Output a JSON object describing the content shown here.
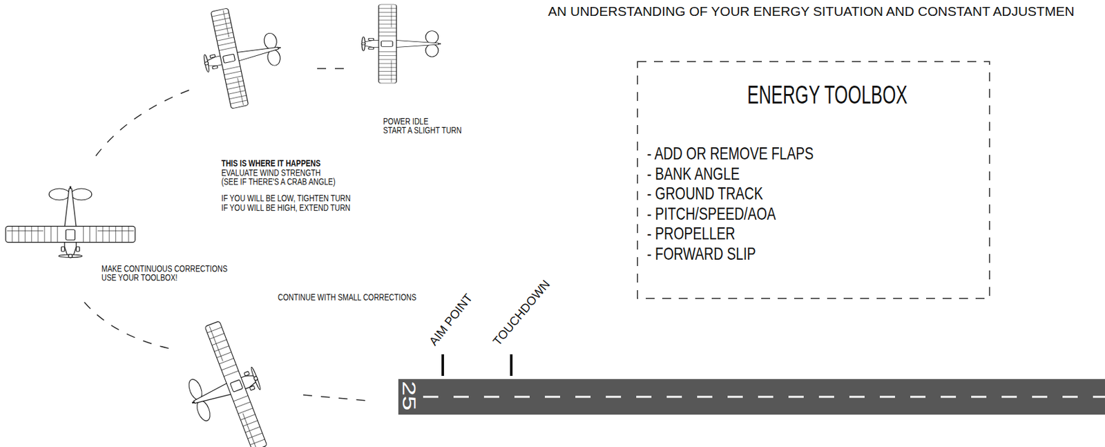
{
  "diagram": {
    "nodes": [
      {
        "text": [
          "ENERGY TOOLBOX",
          "- ADD OR REMOVE FLAPS",
          "- BANK ANGLE",
          "- GROUND TRACK",
          "- PITCH/SPEED/AOA",
          "- PROPELLER",
          "- FORWARD SLIP"
        ]
      },
      {
        "text": [
          "25"
        ]
      }
    ],
    "labels": [
      "AN UNDERSTANDING OF YOUR ENERGY SITUATION AND CONSTANT ADJUSTMEN",
      "POWER IDLE",
      "START A SLIGHT TURN",
      "THIS IS WHERE IT HAPPENS",
      "EVALUATE WIND STRENGTH",
      "(SEE IF THERE'S A CRAB ANGLE)",
      "IF YOU WILL BE LOW, TIGHTEN TURN",
      "IF YOU WILL BE HIGH, EXTEND TURN",
      "MAKE CONTINUOUS CORRECTIONS",
      "USE YOUR TOOLBOX!",
      "CONTINUE WITH SMALL CORRECTIONS",
      "AIM POINT",
      "TOUCHDOWN"
    ]
  }
}
